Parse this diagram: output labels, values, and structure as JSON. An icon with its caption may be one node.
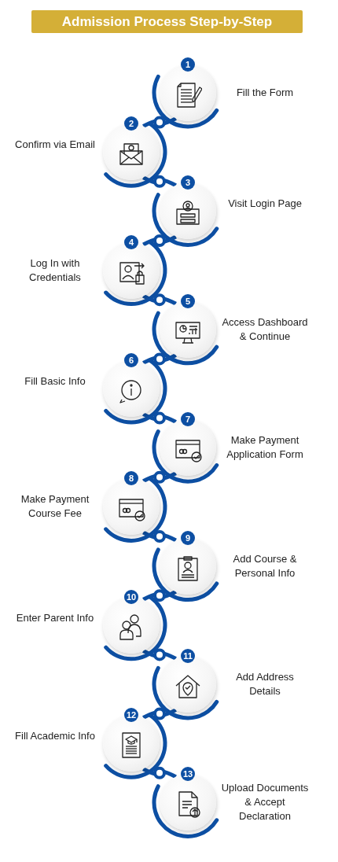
{
  "diagram": {
    "title": "Admission Process Step-by-Step",
    "nodes": [
      {
        "text": [
          "1"
        ],
        "beside": [
          "Fill the Form"
        ]
      },
      {
        "text": [
          "2"
        ],
        "beside": [
          "Confirm via Email"
        ]
      },
      {
        "text": [
          "3"
        ],
        "beside": [
          "Visit Login Page"
        ]
      },
      {
        "text": [
          "4"
        ],
        "beside": [
          "Log In with Credentials"
        ]
      },
      {
        "text": [
          "5"
        ],
        "beside": [
          "Access Dashboard & Continue"
        ]
      },
      {
        "text": [
          "6"
        ],
        "beside": [
          "Fill Basic Info"
        ]
      },
      {
        "text": [
          "7"
        ],
        "beside": [
          "Make Payment Application Form"
        ]
      },
      {
        "text": [
          "8"
        ],
        "beside": [
          "Make Payment Course Fee"
        ]
      },
      {
        "text": [
          "9"
        ],
        "beside": [
          "Add Course & Personal Info"
        ]
      },
      {
        "text": [
          "10"
        ],
        "beside": [
          "Enter Parent Info"
        ]
      },
      {
        "text": [
          "11"
        ],
        "beside": [
          "Add Address Details"
        ]
      },
      {
        "text": [
          "12"
        ],
        "beside": [
          "Fill Academic Info"
        ]
      },
      {
        "text": [
          "13"
        ],
        "beside": [
          "Upload Documents & Accept Declaration"
        ]
      }
    ],
    "edges": [
      {
        "from": 0,
        "to": 1,
        "arrow": "none"
      },
      {
        "from": 1,
        "to": 2,
        "arrow": "none"
      },
      {
        "from": 2,
        "to": 3,
        "arrow": "none"
      },
      {
        "from": 3,
        "to": 4,
        "arrow": "none"
      },
      {
        "from": 4,
        "to": 5,
        "arrow": "none"
      },
      {
        "from": 5,
        "to": 6,
        "arrow": "none"
      },
      {
        "from": 6,
        "to": 7,
        "arrow": "none"
      },
      {
        "from": 7,
        "to": 8,
        "arrow": "none"
      },
      {
        "from": 8,
        "to": 9,
        "arrow": "none"
      },
      {
        "from": 9,
        "to": 10,
        "arrow": "none"
      },
      {
        "from": 10,
        "to": 11,
        "arrow": "none"
      },
      {
        "from": 11,
        "to": 12,
        "arrow": "none"
      }
    ]
  }
}
